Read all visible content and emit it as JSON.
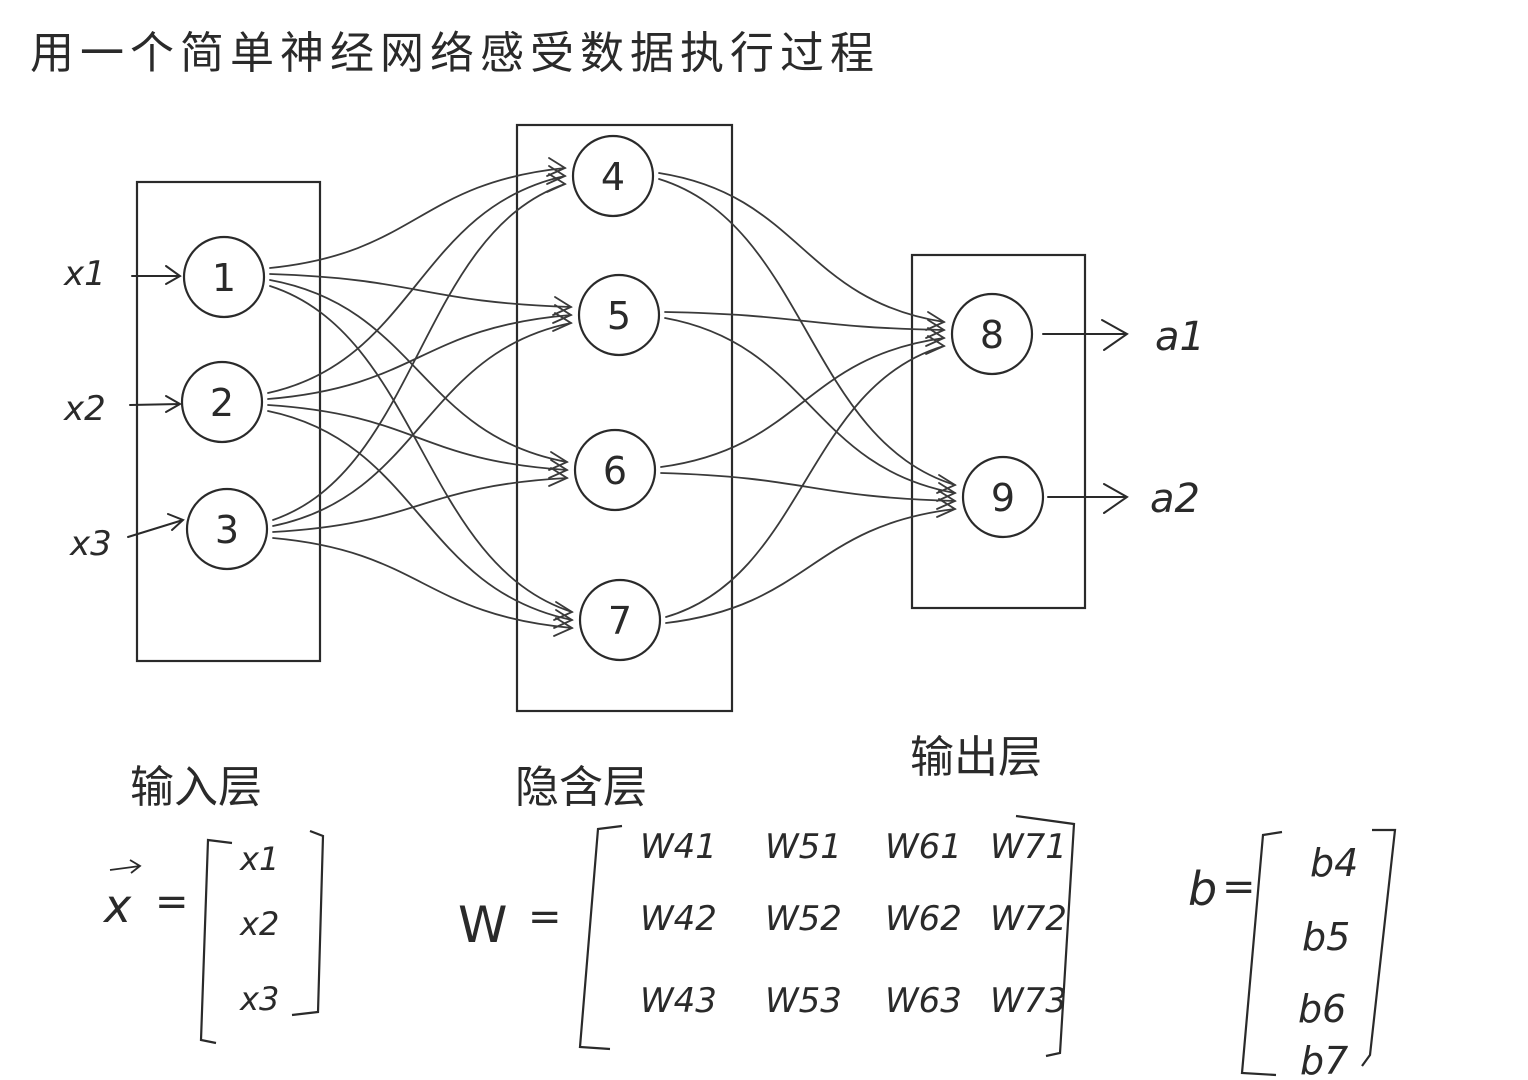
{
  "title": "用一个简单神经网络感受数据执行过程",
  "layers": {
    "input": {
      "label": "输入层",
      "nodes": [
        "1",
        "2",
        "3"
      ]
    },
    "hidden": {
      "label": "隐含层",
      "nodes": [
        "4",
        "5",
        "6",
        "7"
      ]
    },
    "output": {
      "label": "输出层",
      "nodes": [
        "8",
        "9"
      ]
    }
  },
  "inputs": [
    "x1",
    "x2",
    "x3"
  ],
  "outputs": [
    "a1",
    "a2"
  ],
  "x_vector": {
    "symbol": "x",
    "equals": "=",
    "entries": [
      "x1",
      "x2",
      "x3"
    ]
  },
  "w_matrix": {
    "symbol": "W",
    "equals": "=",
    "rows": [
      [
        "W41",
        "W51",
        "W61",
        "W71"
      ],
      [
        "W42",
        "W52",
        "W62",
        "W72"
      ],
      [
        "W43",
        "W53",
        "W63",
        "W73"
      ]
    ]
  },
  "b_vector": {
    "symbol": "b",
    "equals": "=",
    "entries": [
      "b4",
      "b5",
      "b6",
      "b7"
    ]
  },
  "colors": {
    "ink": "#2a2a2a",
    "background": "#ffffff"
  }
}
